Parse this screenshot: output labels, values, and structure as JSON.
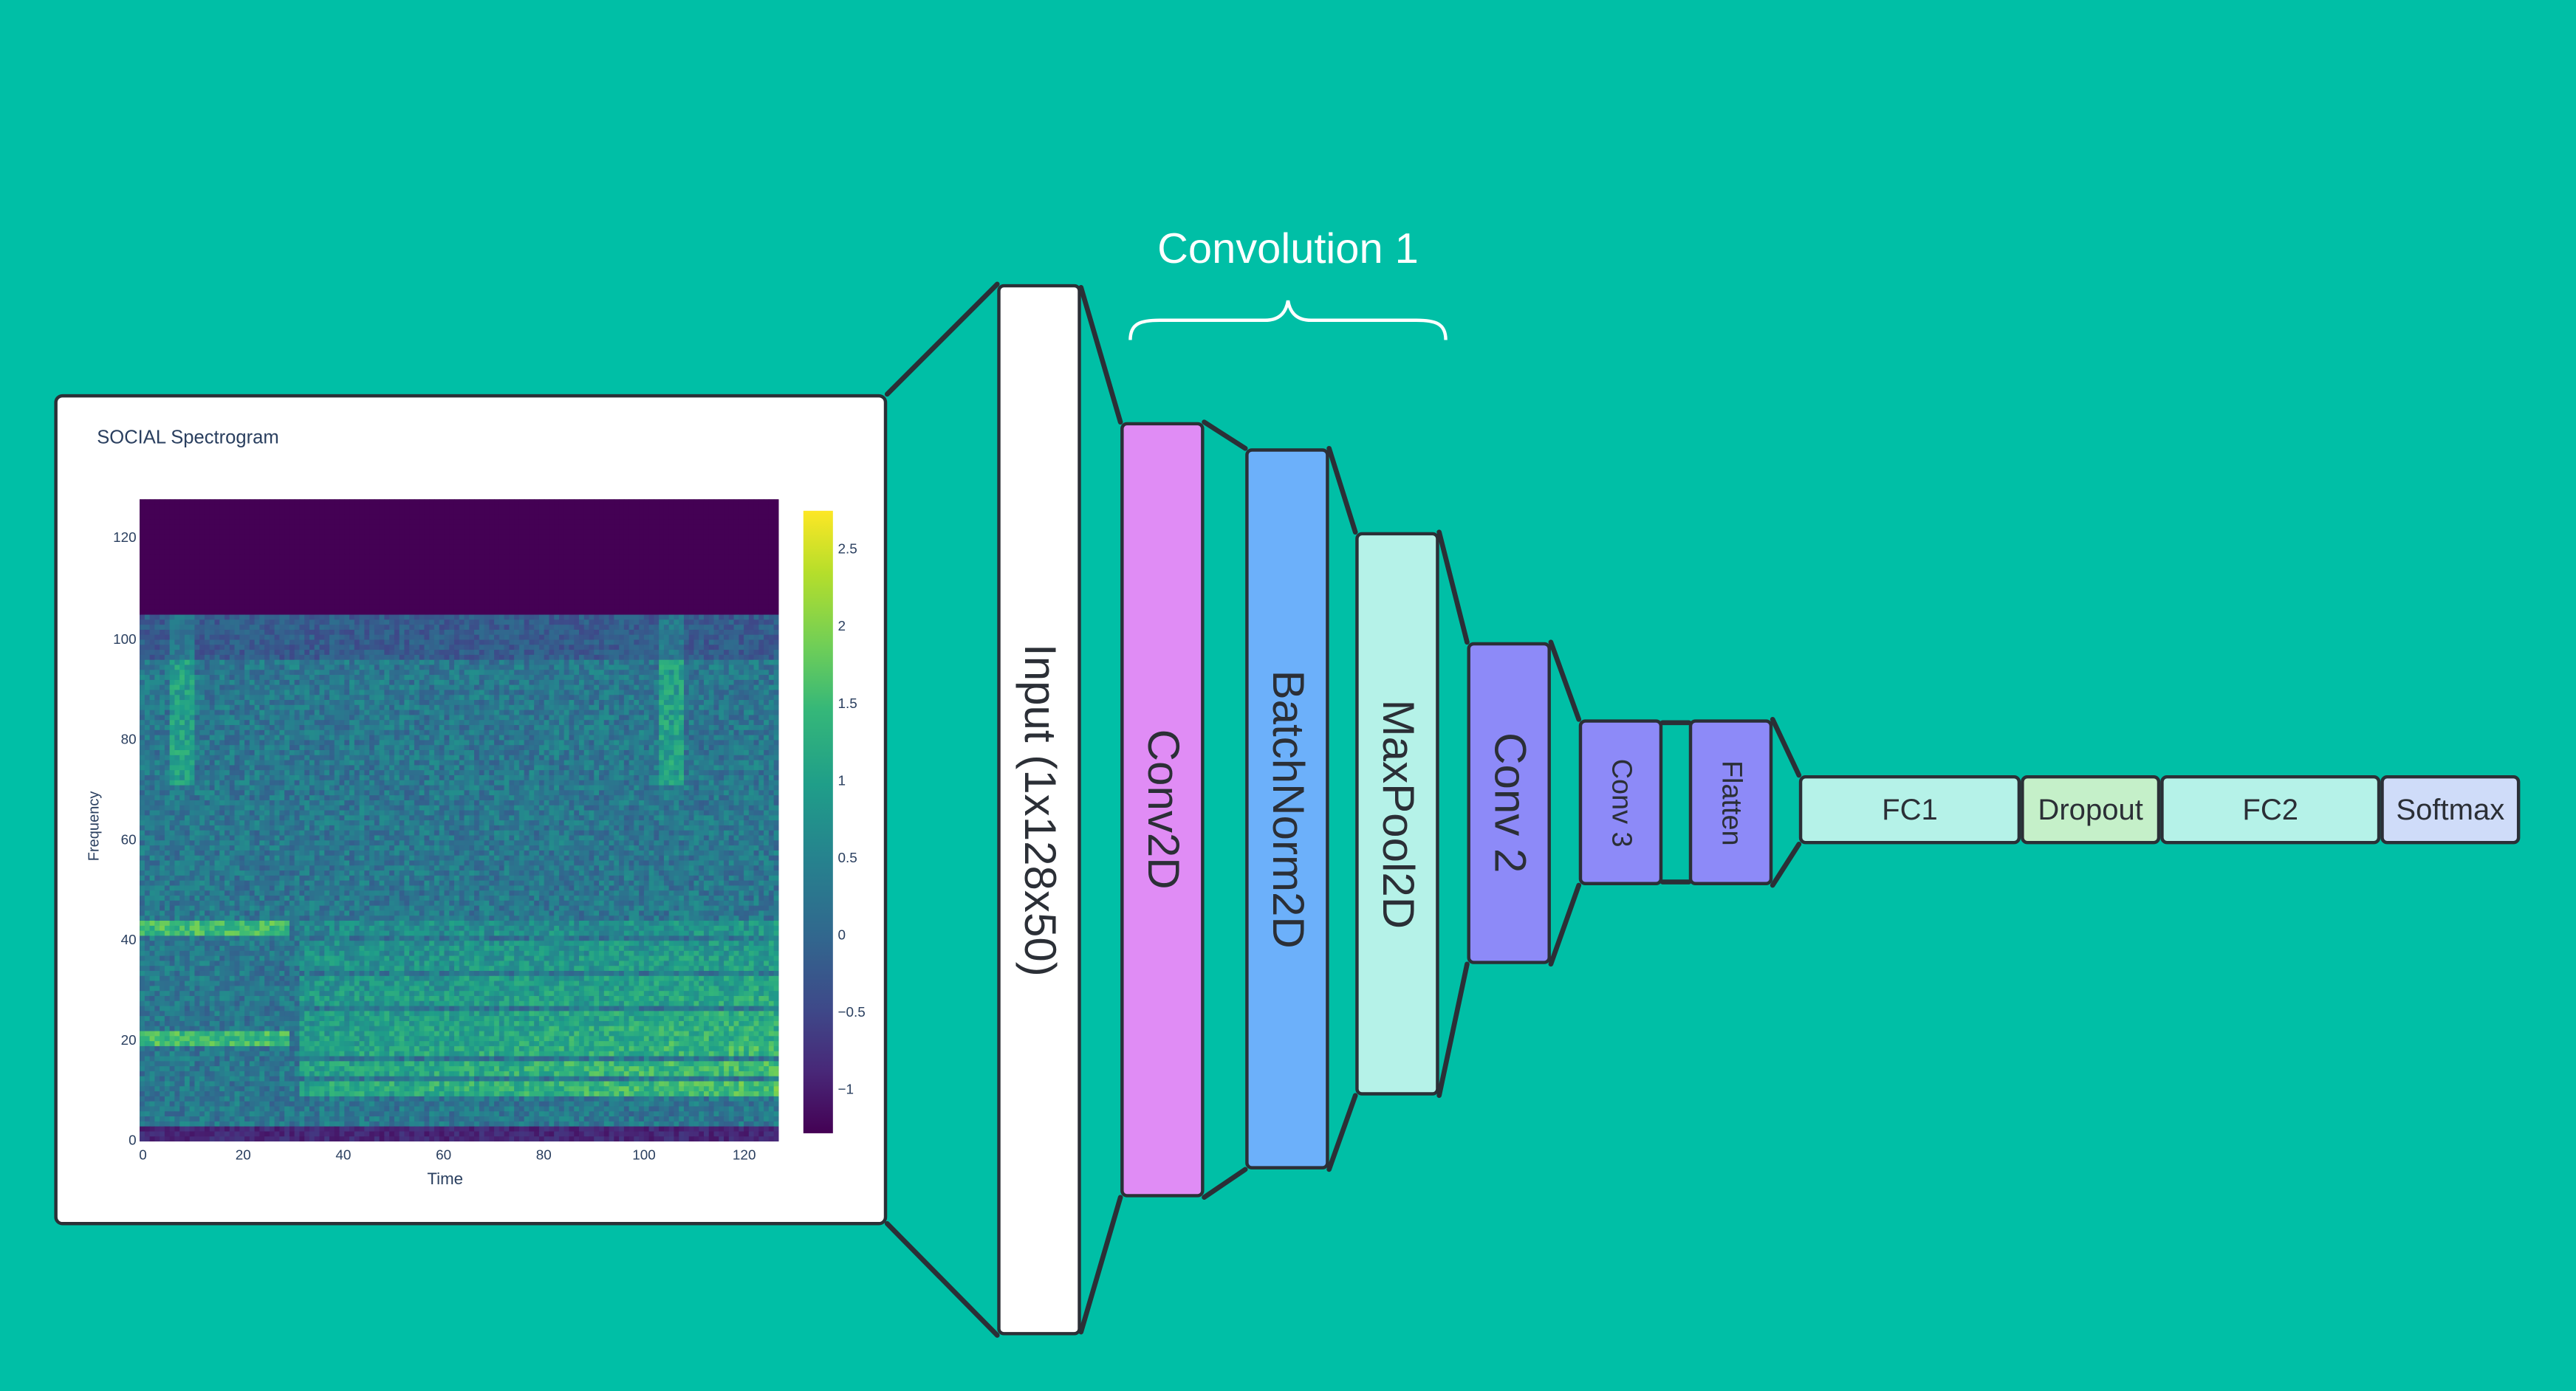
{
  "diagram": {
    "group_label": "Convolution 1",
    "input_label": "Input (1x128x50)",
    "layers": {
      "conv2d": "Conv2D",
      "batchnorm": "BatchNorm2D",
      "maxpool": "MaxPool2D",
      "conv2": "Conv 2",
      "conv3": "Conv 3",
      "flatten": "Flatten",
      "fc1": "FC1",
      "dropout": "Dropout",
      "fc2": "FC2",
      "softmax": "Softmax"
    },
    "colors": {
      "background": "#00BFA6",
      "input": "#ffffff",
      "conv2d": "#E08CF5",
      "batchnorm": "#6CB0FA",
      "maxpool": "#B5F2E8",
      "conv": "#8D8AF8",
      "fc": "#B5F2E8",
      "dropout": "#C5F0C9",
      "softmax": "#CFDCF9",
      "outline": "#2b2f36"
    }
  },
  "spectrogram": {
    "title": "SOCIAL Spectrogram",
    "xlabel": "Time",
    "ylabel": "Frequency",
    "colorscale": "viridis",
    "x_ticks": [
      "0",
      "20",
      "40",
      "60",
      "80",
      "100",
      "120"
    ],
    "y_ticks": [
      "0",
      "20",
      "40",
      "60",
      "80",
      "100",
      "120"
    ],
    "colorbar_ticks": [
      "2.5",
      "2",
      "1.5",
      "1",
      "0.5",
      "0",
      "−0.5",
      "−1"
    ]
  }
}
